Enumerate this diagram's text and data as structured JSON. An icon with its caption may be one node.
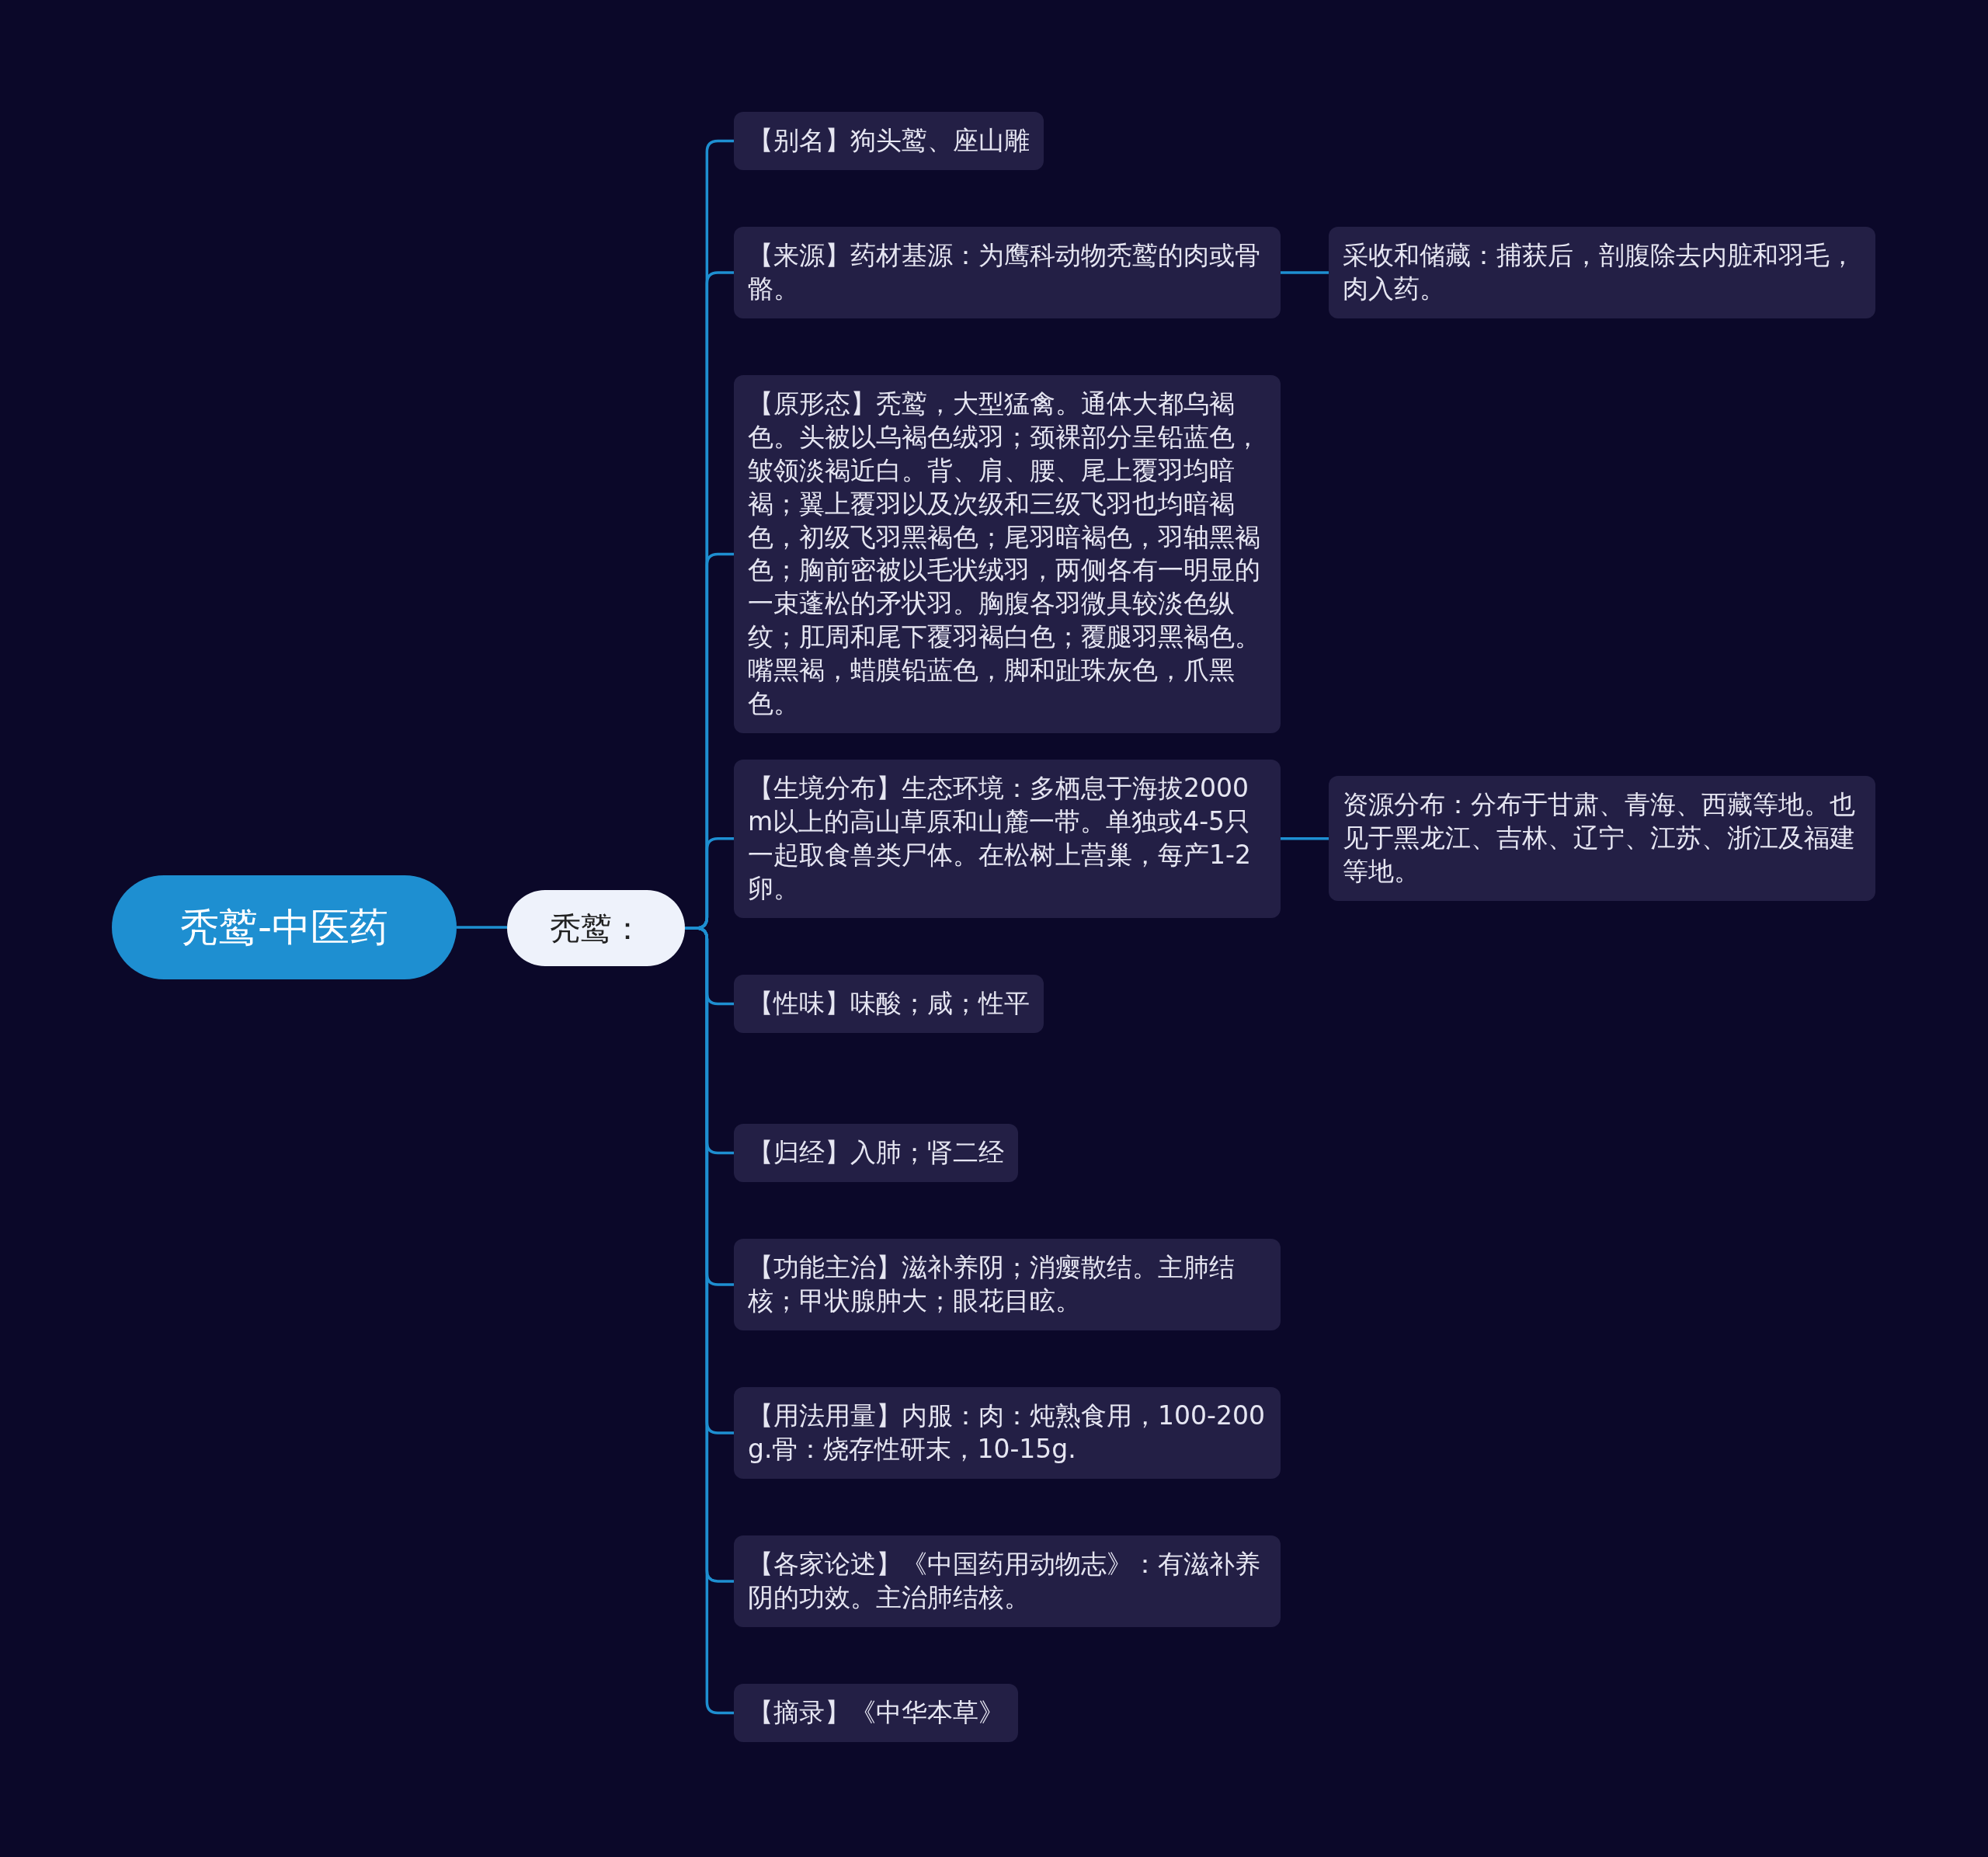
{
  "diagram": {
    "nodes": [
      {
        "text": [
          "秃鹫-中医药"
        ]
      },
      {
        "text": [
          "秃鹫："
        ]
      },
      {
        "text": [
          "【别名】狗头鹫、座山雕"
        ]
      },
      {
        "text": [
          "【来源】药材基源：为鹰科动物秃鹫的肉或骨骼。"
        ]
      },
      {
        "text": [
          "【原形态】秃鹫，大型猛禽。通体大都乌褐色。头被以乌褐色绒羽；颈裸部分呈铅蓝色，皱领淡褐近白。背、肩、腰、尾上覆羽均暗褐；翼上覆羽以及次级和三级飞羽也均暗褐色，初级飞羽黑褐色；尾羽暗褐色，羽轴黑褐色；胸前密被以毛状绒羽，两侧各有一明显的一束蓬松的矛状羽。胸腹各羽微具较淡色纵纹；肛周和尾下覆羽褐白色；覆腿羽黑褐色。嘴黑褐，蜡膜铅蓝色，脚和趾珠灰色，爪黑色。"
        ]
      },
      {
        "text": [
          "【生境分布】生态环境：多栖息于海拔2000m以上的高山草原和山麓一带。单独或4-5只一起取食兽类尸体。在松树上营巢，每产1-2卵。"
        ]
      },
      {
        "text": [
          "【性味】味酸；咸；性平"
        ]
      },
      {
        "text": [
          "【归经】入肺；肾二经"
        ]
      },
      {
        "text": [
          "【功能主治】滋补养阴；消瘿散结。主肺结核；甲状腺肿大；眼花目眩。"
        ]
      },
      {
        "text": [
          "【用法用量】内服：肉：炖熟食用，100-200g.骨：烧存性研末，10-15g."
        ]
      },
      {
        "text": [
          "【各家论述】《中国药用动物志》：有滋补养阴的功效。主治肺结核。"
        ]
      },
      {
        "text": [
          "【摘录】《中华本草》"
        ]
      },
      {
        "text": [
          "采收和储藏：捕获后，剖腹除去内脏和羽毛，肉入药。"
        ]
      },
      {
        "text": [
          "资源分布：分布于甘肃、青海、西藏等地。也见于黑龙江、吉林、辽宁、江苏、浙江及福建等地。"
        ]
      }
    ],
    "edges": [
      {
        "from": 0,
        "to": 1,
        "arrow": "none"
      },
      {
        "from": 1,
        "to": 2,
        "arrow": "none"
      },
      {
        "from": 1,
        "to": 3,
        "arrow": "none"
      },
      {
        "from": 1,
        "to": 4,
        "arrow": "none"
      },
      {
        "from": 1,
        "to": 5,
        "arrow": "none"
      },
      {
        "from": 1,
        "to": 6,
        "arrow": "none"
      },
      {
        "from": 1,
        "to": 7,
        "arrow": "none"
      },
      {
        "from": 1,
        "to": 8,
        "arrow": "none"
      },
      {
        "from": 1,
        "to": 9,
        "arrow": "none"
      },
      {
        "from": 1,
        "to": 10,
        "arrow": "none"
      },
      {
        "from": 1,
        "to": 11,
        "arrow": "none"
      },
      {
        "from": 3,
        "to": 12,
        "arrow": "none"
      },
      {
        "from": 5,
        "to": 13,
        "arrow": "none"
      }
    ]
  }
}
